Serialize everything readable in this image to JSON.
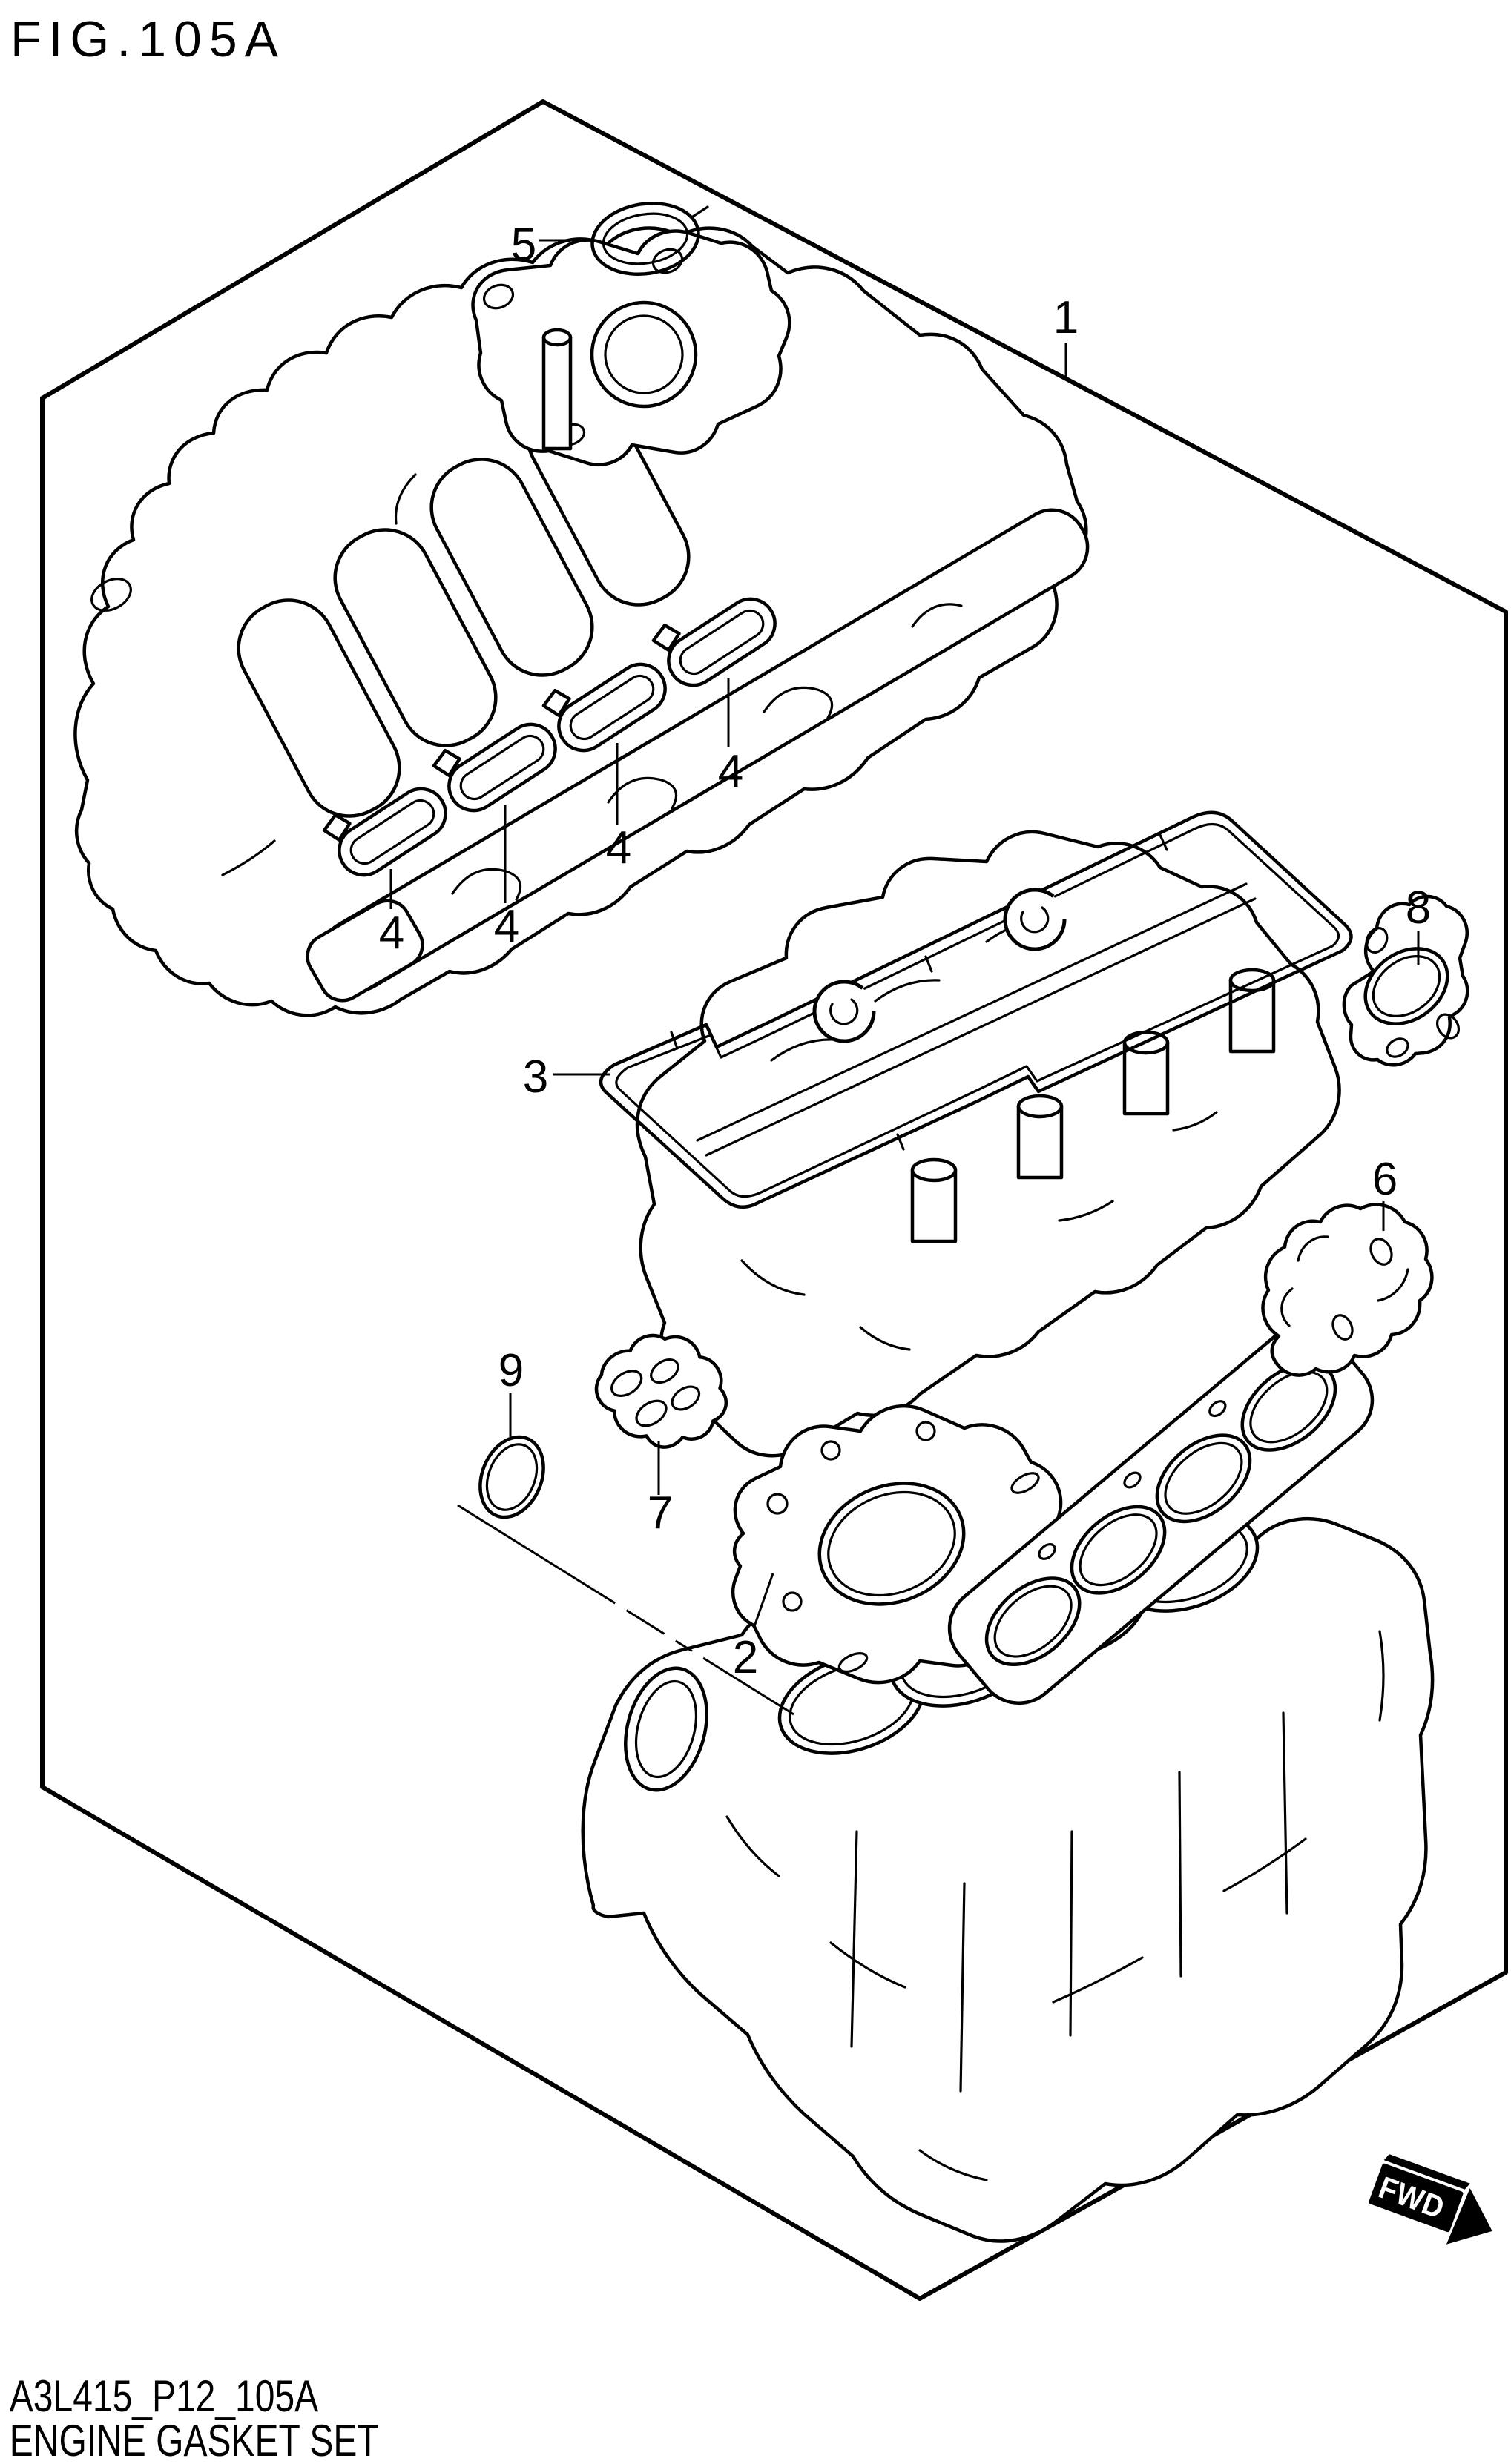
{
  "figure": {
    "title": "FIG.105A"
  },
  "footer": {
    "drawing_code": "A3L415_P12_105A",
    "caption": "ENGINE GASKET SET"
  },
  "direction_arrow": {
    "label": "FWD"
  },
  "callouts": [
    {
      "id": "1",
      "label": "1"
    },
    {
      "id": "2",
      "label": "2"
    },
    {
      "id": "3",
      "label": "3"
    },
    {
      "id": "4a",
      "label": "4"
    },
    {
      "id": "4b",
      "label": "4"
    },
    {
      "id": "4c",
      "label": "4"
    },
    {
      "id": "4d",
      "label": "4"
    },
    {
      "id": "5",
      "label": "5"
    },
    {
      "id": "6",
      "label": "6"
    },
    {
      "id": "7",
      "label": "7"
    },
    {
      "id": "8",
      "label": "8"
    },
    {
      "id": "9",
      "label": "9"
    }
  ],
  "colors": {
    "line": "#000000",
    "background": "#ffffff",
    "arrow_fill": "#000000",
    "arrow_text": "#ffffff"
  }
}
